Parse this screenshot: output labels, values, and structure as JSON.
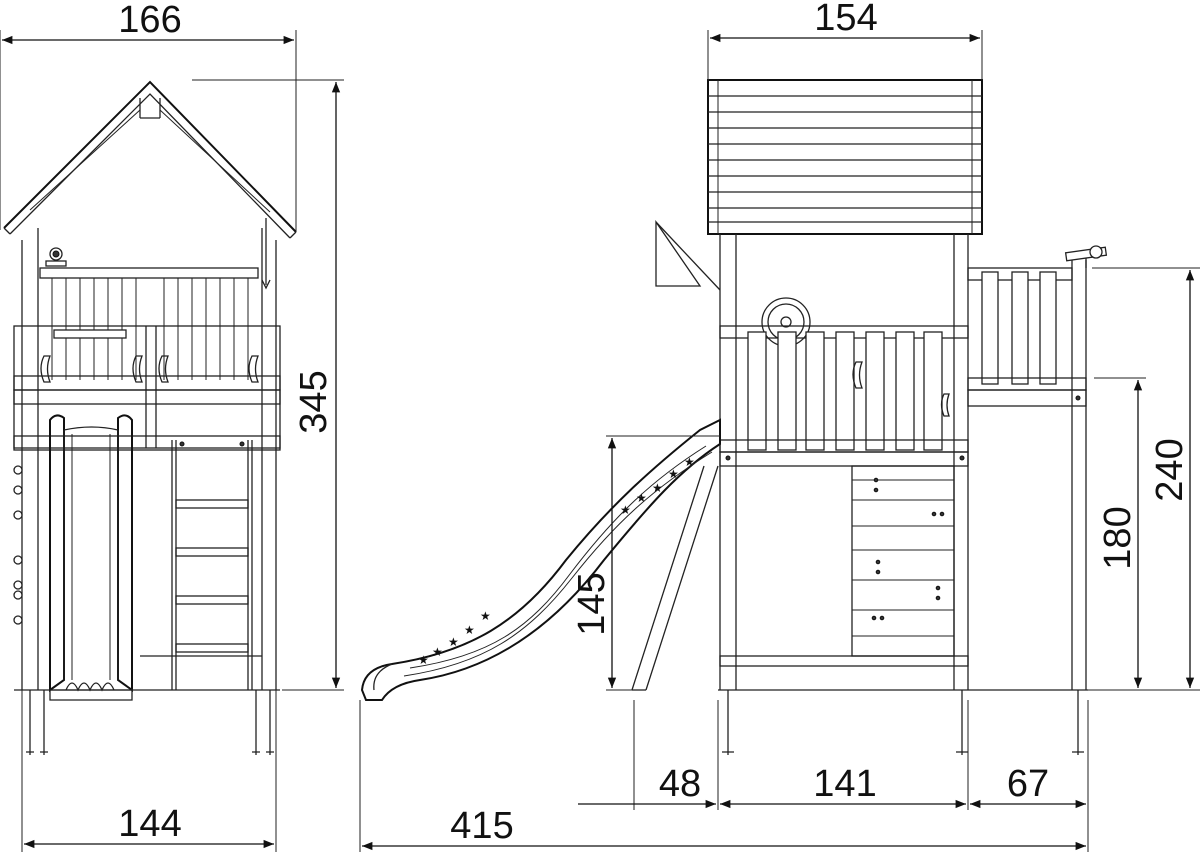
{
  "dimensions": {
    "front_top_width": "166",
    "front_height": "345",
    "front_bottom_width": "144",
    "side_roof_width": "154",
    "side_tower_height": "240",
    "side_platform_height": "180",
    "slide_height": "145",
    "slide_run": "48",
    "tower_width": "141",
    "extension_width": "67",
    "total_length": "415"
  }
}
